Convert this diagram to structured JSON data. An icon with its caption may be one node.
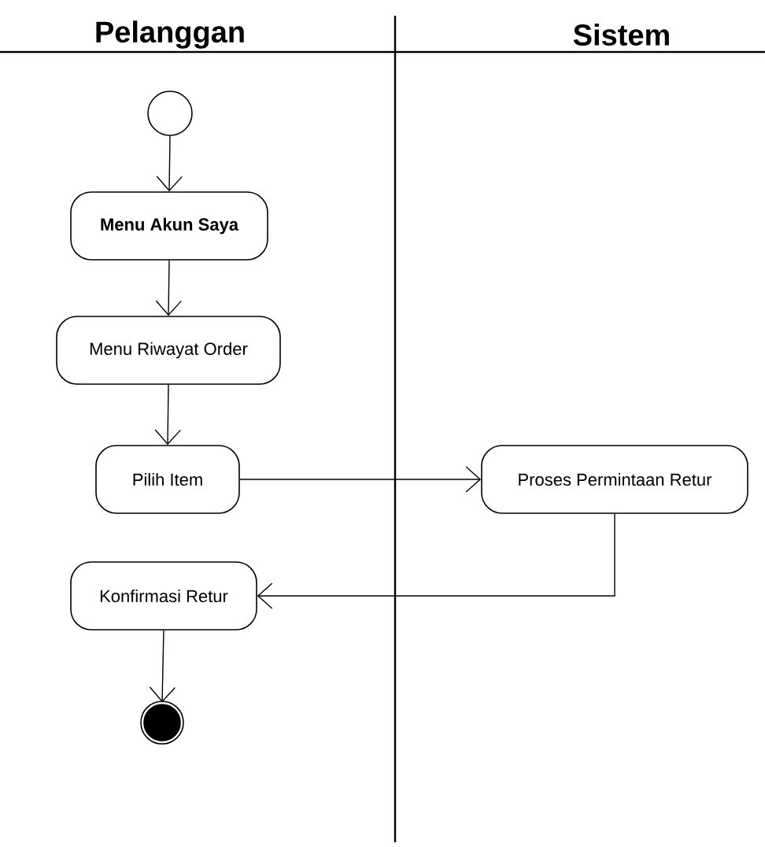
{
  "diagram": {
    "nodes": [
      {
        "text": [],
        "shape": "circle"
      },
      {
        "text": [
          "Menu Akun Saya"
        ]
      },
      {
        "text": [
          "Menu Riwayat Order"
        ]
      },
      {
        "text": [
          "Pilih Item"
        ]
      },
      {
        "text": [
          "Proses Permintaan Retur"
        ]
      },
      {
        "text": [
          "Konfirmasi Retur"
        ]
      },
      {
        "text": [],
        "shape": "bullseye"
      }
    ],
    "edges": [
      {
        "from": 0,
        "to": 1,
        "arrow": "to"
      },
      {
        "from": 1,
        "to": 2,
        "arrow": "to"
      },
      {
        "from": 2,
        "to": 3,
        "arrow": "to"
      },
      {
        "from": 3,
        "to": 4,
        "arrow": "to"
      },
      {
        "from": 4,
        "to": 5,
        "arrow": "to"
      },
      {
        "from": 5,
        "to": 6,
        "arrow": "to"
      }
    ],
    "labels": [
      "Pelanggan",
      "Sistem"
    ]
  }
}
